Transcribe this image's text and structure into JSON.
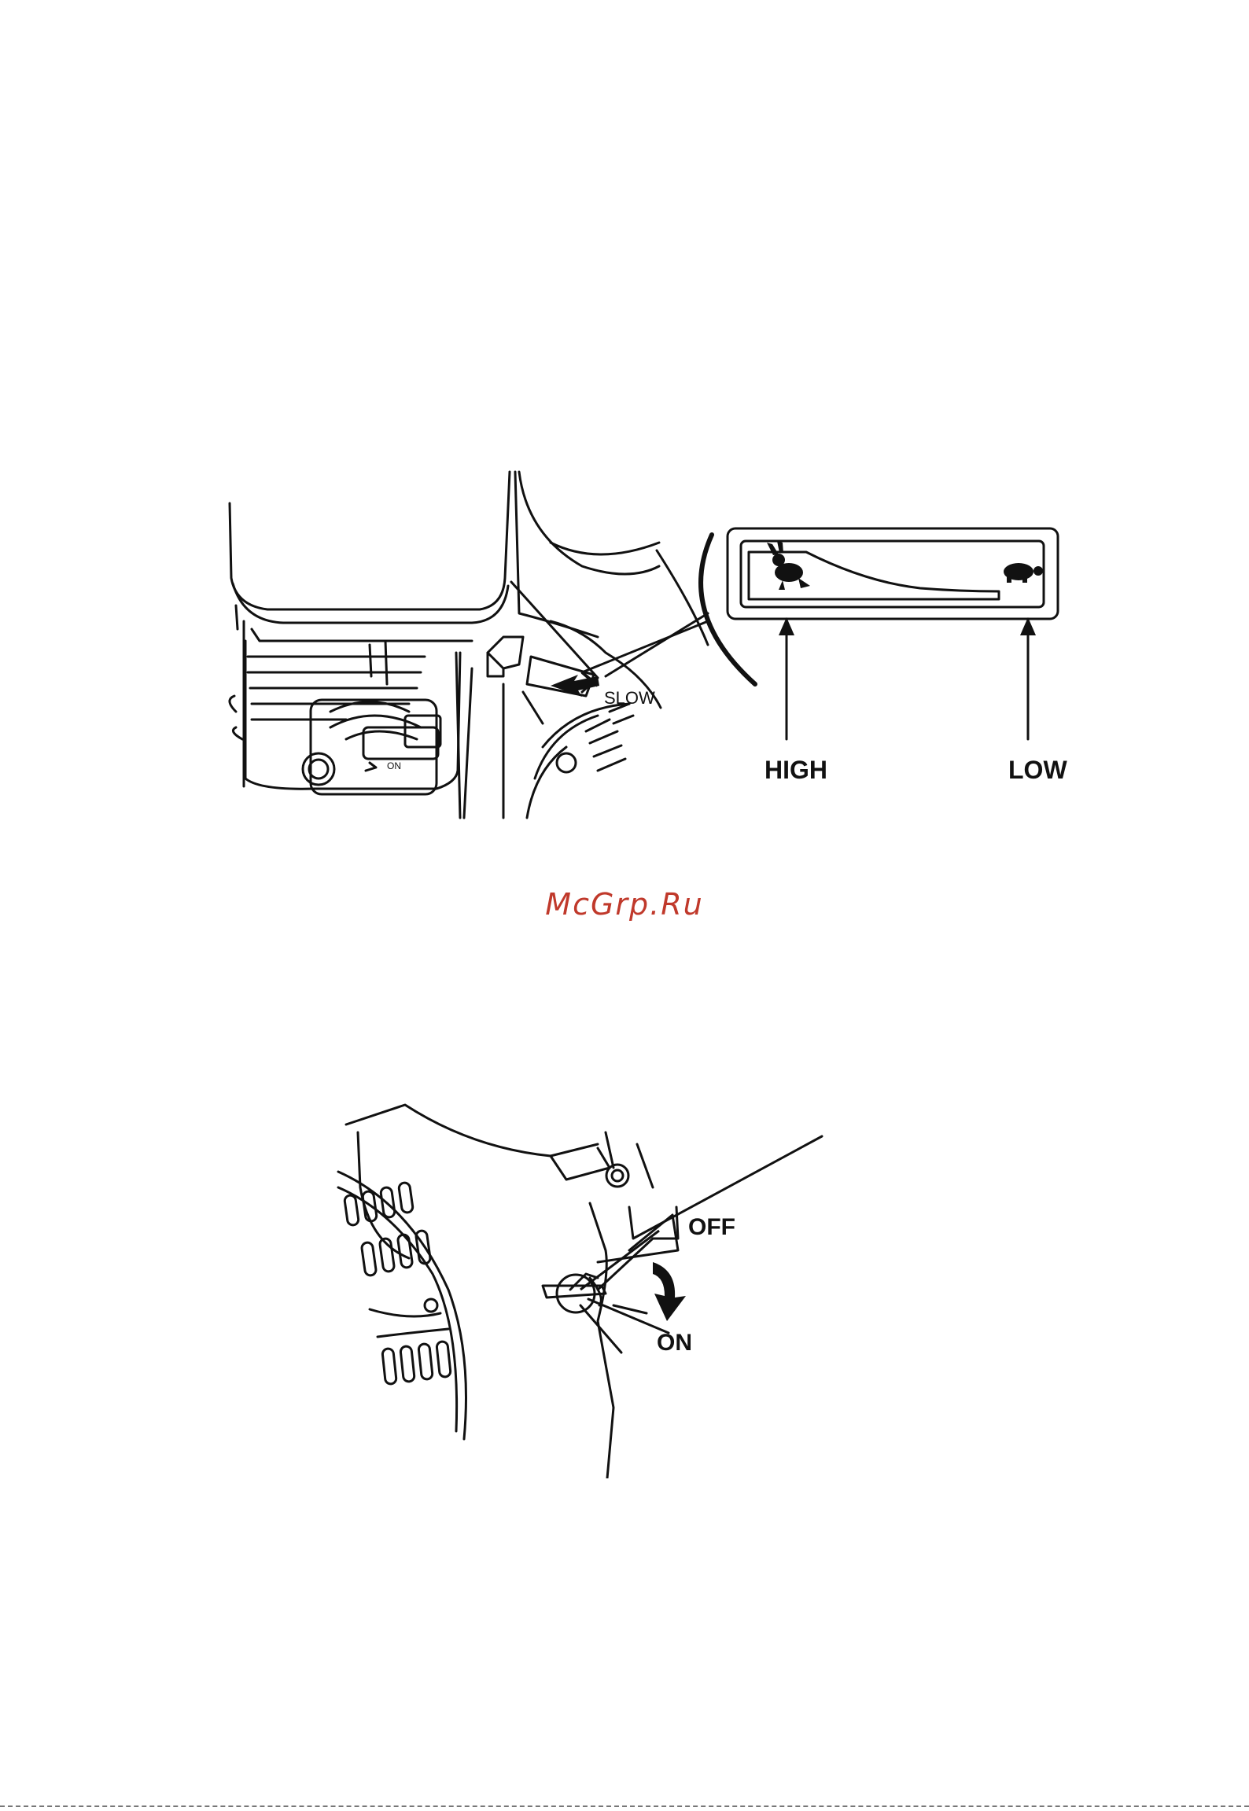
{
  "figure_throttle": {
    "slow_label": "SLOW",
    "on_label": "ON",
    "high_label": "HIGH",
    "low_label": "LOW",
    "rabbit_icon": "rabbit-icon",
    "turtle_icon": "turtle-icon"
  },
  "watermark": "McGrp.Ru",
  "figure_fuel_valve": {
    "off_label": "OFF",
    "on_label": "ON"
  }
}
